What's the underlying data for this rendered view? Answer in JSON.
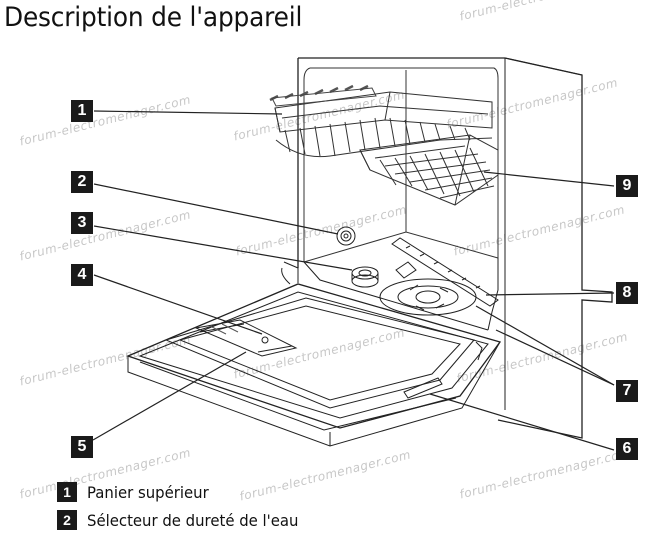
{
  "title": "Description de l'appareil",
  "watermark": "forum-electromenager.com",
  "callouts": [
    "1",
    "2",
    "3",
    "4",
    "5",
    "6",
    "7",
    "8",
    "9"
  ],
  "legend": [
    {
      "number": "1",
      "label": "Panier supérieur"
    },
    {
      "number": "2",
      "label": "Sélecteur de dureté de l'eau"
    }
  ],
  "colors": {
    "ink": "#1a1a1a",
    "watermark": "#c8c8c8",
    "background": "#ffffff"
  }
}
